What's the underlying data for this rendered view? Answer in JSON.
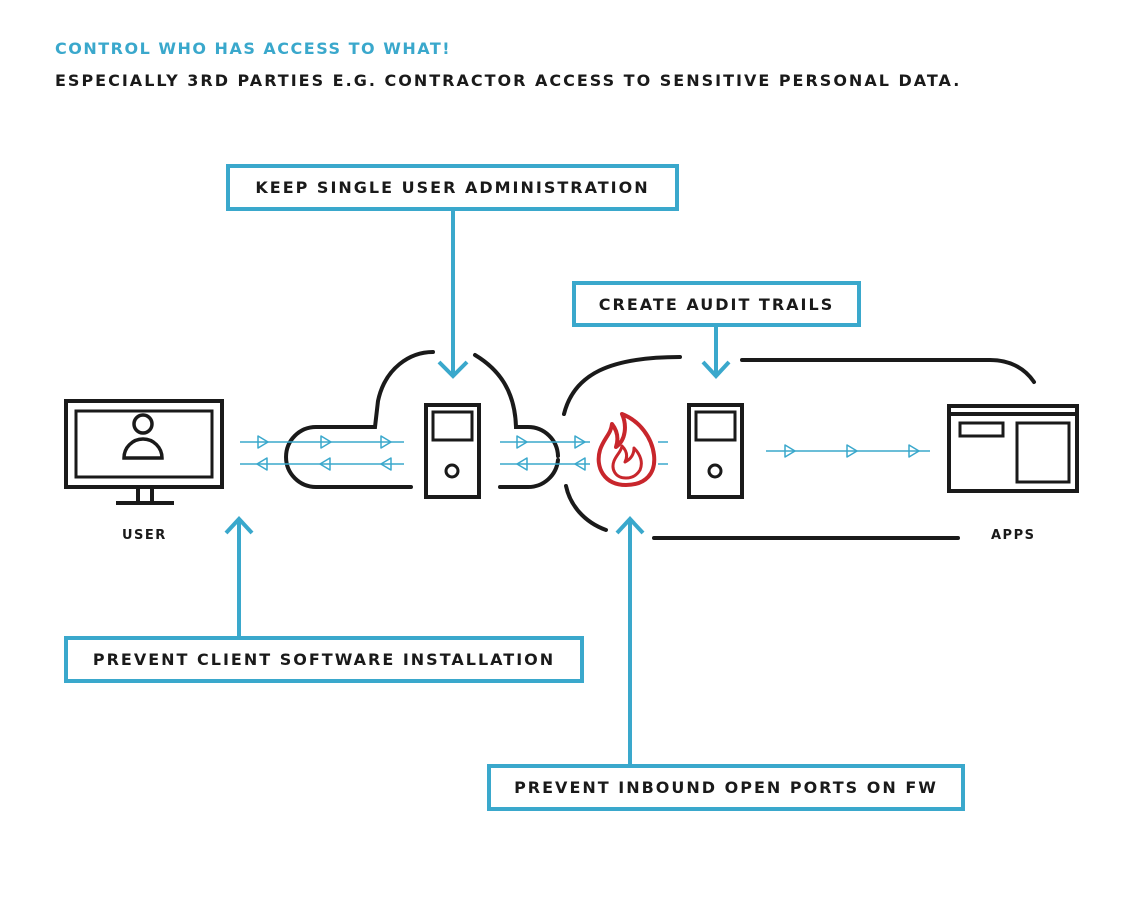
{
  "header": {
    "title": "CONTROL WHO HAS ACCESS TO WHAT!",
    "subtitle": "ESPECIALLY 3RD PARTIES E.G. CONTRACTOR ACCESS TO SENSITIVE PERSONAL DATA."
  },
  "callouts": {
    "admin": "KEEP SINGLE USER ADMINISTRATION",
    "audit": "CREATE AUDIT TRAILS",
    "client": "PREVENT CLIENT SOFTWARE INSTALLATION",
    "ports": "PREVENT INBOUND OPEN PORTS ON FW"
  },
  "nodes": {
    "user": "USER",
    "apps": "APPS"
  },
  "icons": {
    "user": "monitor-user-icon",
    "gateway": "server-icon",
    "firewall": "flame-icon",
    "app_server": "server-icon",
    "apps": "app-window-icon"
  },
  "colors": {
    "accent": "#3aa8cc",
    "ink": "#1a1a1a",
    "firewall": "#c8262c"
  }
}
